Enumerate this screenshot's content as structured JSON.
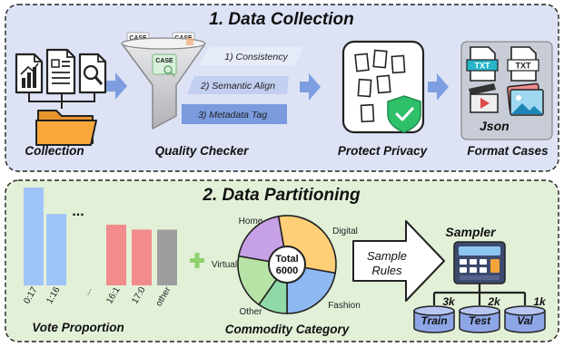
{
  "collection": {
    "title": "1. Data Collection",
    "steps": [
      "1) Consistency",
      "2) Semantic Align",
      "3) Metadata Tag"
    ],
    "case_tags": [
      "CASE",
      "CASE",
      "CASE"
    ],
    "stages": [
      "Collection",
      "Quality Checker",
      "Protect Privacy",
      "Format Cases"
    ],
    "formats": {
      "txt1": "TXT",
      "txt2": "TXT",
      "json": "Json"
    }
  },
  "partitioning": {
    "title": "2. Data Partitioning",
    "vote": {
      "caption": "Vote Proportion",
      "ellipsis": "...",
      "ticks": [
        "0:17",
        "1:16",
        "...",
        "16:1",
        "17:0",
        "other"
      ]
    },
    "category": {
      "caption": "Commodity Category",
      "center_line1": "Total",
      "center_line2": "6000",
      "labels": [
        "Home",
        "Digital",
        "Fashion",
        "Other",
        "Virtual"
      ]
    },
    "rules": {
      "line1": "Sample",
      "line2": "Rules"
    },
    "sampler": {
      "title": "Sampler",
      "splits": [
        {
          "count": "3k",
          "name": "Train"
        },
        {
          "count": "2k",
          "name": "Test"
        },
        {
          "count": "1k",
          "name": "Val"
        }
      ]
    }
  },
  "colors": {
    "panel1_bg": "#dde3f5",
    "panel2_bg": "#e3f0d8",
    "arrow_blue": "#7d9ee0",
    "bar_blue": "#9fc5f8",
    "bar_red": "#f28b8b",
    "bar_gray": "#9e9e9e",
    "plus_green": "#8fd16d",
    "pie_digital": "#ffcf78",
    "pie_fashion": "#8eb8f2",
    "pie_other": "#8fd9a8",
    "pie_virtual": "#b7e4a6",
    "pie_home": "#c7a1e6",
    "shield_green": "#2fc06a",
    "db_blue": "#8ea6e6"
  },
  "chart_data": {
    "type": "bar",
    "categories": [
      "0:17",
      "1:16",
      "...",
      "16:1",
      "17:0",
      "other"
    ],
    "values": [
      100,
      73,
      null,
      62,
      57,
      57
    ],
    "xlabel": "Vote Proportion",
    "ylabel": "",
    "ylim": [
      0,
      100
    ]
  }
}
